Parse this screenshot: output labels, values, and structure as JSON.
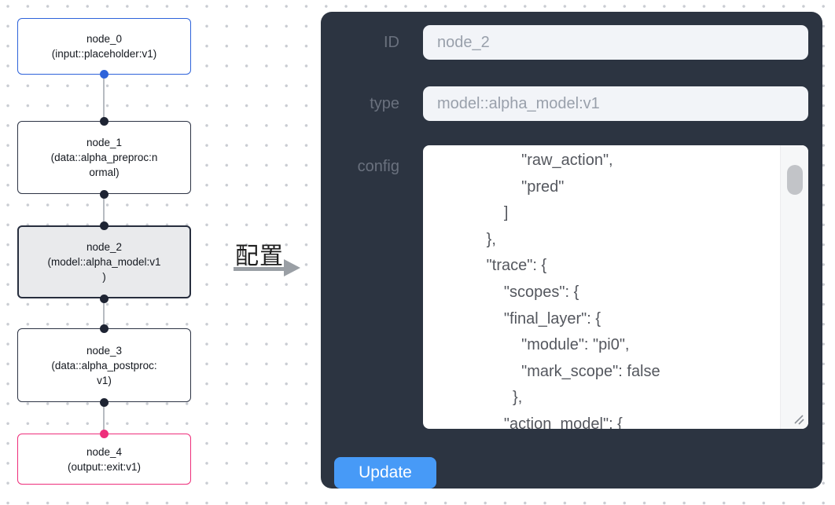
{
  "graph": {
    "nodes": [
      {
        "id": "node_0",
        "label": "node_0\n(input::placeholder:v1)"
      },
      {
        "id": "node_1",
        "label": "node_1\n(data::alpha_preproc:n\normal)"
      },
      {
        "id": "node_2",
        "label": "node_2\n(model::alpha_model:v1\n)",
        "selected": true
      },
      {
        "id": "node_3",
        "label": "node_3\n(data::alpha_postproc:\nv1)"
      },
      {
        "id": "node_4",
        "label": "node_4\n(output::exit:v1)"
      }
    ],
    "annotation": {
      "label": "配置"
    }
  },
  "panel": {
    "id_field": {
      "label": "ID",
      "value": "node_2"
    },
    "type_field": {
      "label": "type",
      "value": "model::alpha_model:v1"
    },
    "config_field": {
      "label": "config",
      "value": "                    \"raw_action\",\n                    \"pred\"\n                ]\n            },\n            \"trace\": {\n                \"scopes\": {\n                \"final_layer\": {\n                    \"module\": \"pi0\",\n                    \"mark_scope\": false\n                  },\n                \"action_model\": {"
    },
    "update_button": "Update"
  },
  "colors": {
    "accent-blue": "#2e63da",
    "selected-pink": "#ee2e7b",
    "panel-bg": "#2c3441",
    "button-blue": "#479af7"
  }
}
